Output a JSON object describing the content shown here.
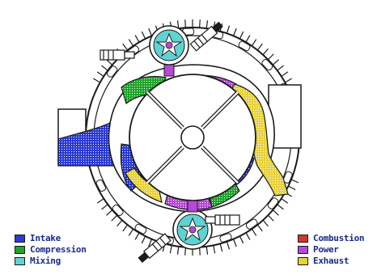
{
  "colors": {
    "intake": "#2b3bd1",
    "compression": "#1fa32a",
    "mixing": "#5fd3d3",
    "combustion": "#d9322a",
    "power": "#b54ad6",
    "exhaust": "#e8d23a",
    "outline": "#1a1a1a",
    "text": "#1a2a8a"
  },
  "legend_left": [
    {
      "label": "Intake",
      "key": "intake"
    },
    {
      "label": "Compression",
      "key": "compression"
    },
    {
      "label": "Mixing",
      "key": "mixing"
    }
  ],
  "legend_right": [
    {
      "label": "Combustion",
      "key": "combustion"
    },
    {
      "label": "Power",
      "key": "power"
    },
    {
      "label": "Exhaust",
      "key": "exhaust"
    }
  ]
}
